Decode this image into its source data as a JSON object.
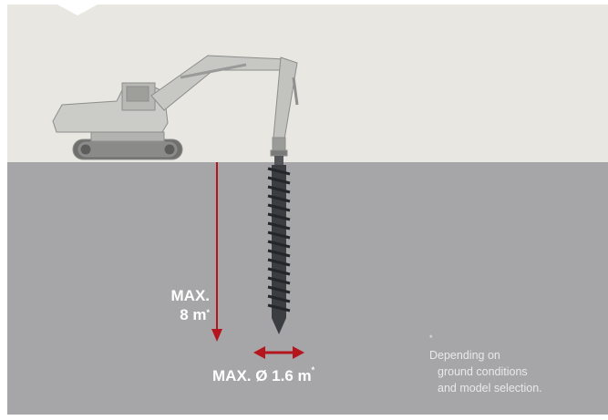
{
  "colors": {
    "sky": "#e8e7e1",
    "ground": "#a6a6a8",
    "arrow": "#b5161e",
    "machine": "#c9c9c6",
    "auger": "#3c3d40"
  },
  "icons": {
    "machine": "excavator-icon",
    "tool": "auger-drill-icon"
  },
  "depth": {
    "line1": "MAX.",
    "line2": "8 m",
    "mark": "*"
  },
  "diameter": {
    "text": "MAX. Ø 1.6 m",
    "mark": "*"
  },
  "footnote": {
    "mark": "*",
    "line1": "Depending on",
    "line2": "ground conditions",
    "line3": "and model selection."
  }
}
